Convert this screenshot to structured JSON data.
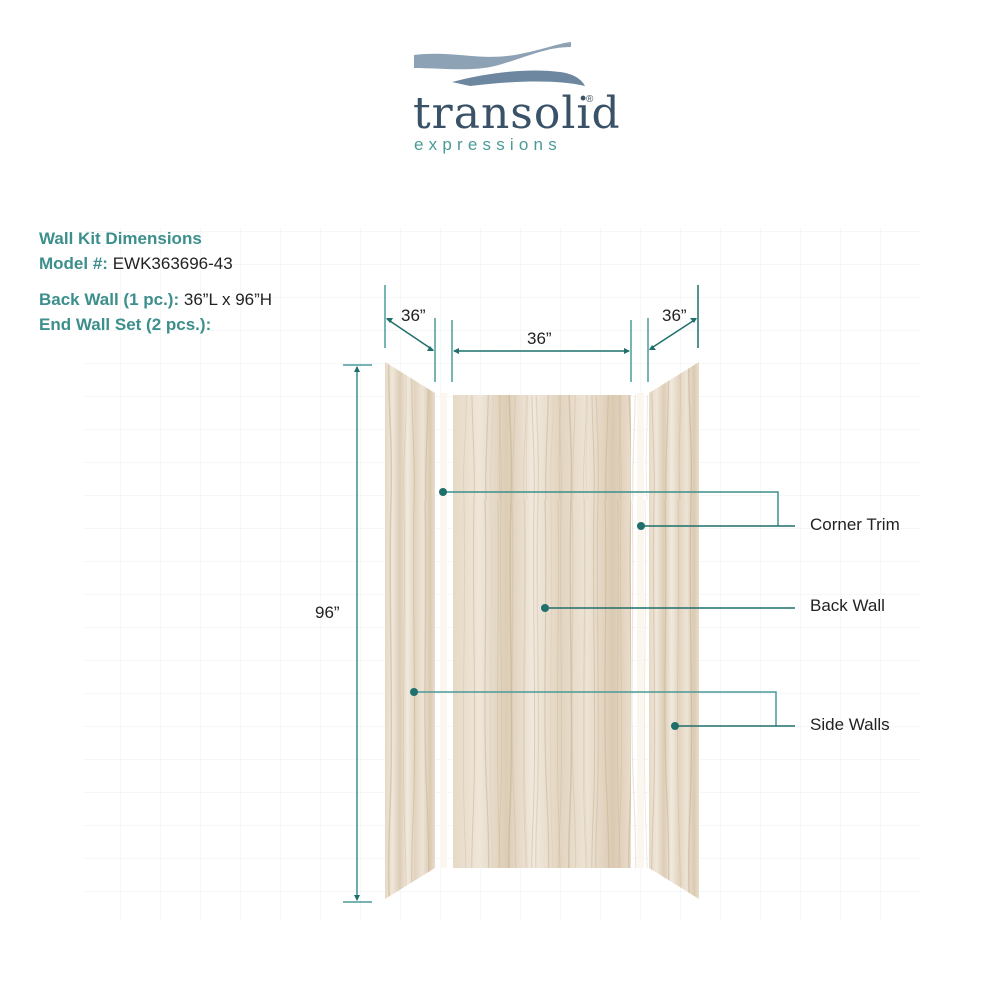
{
  "brand": {
    "name": "transolid",
    "registered_mark": "®",
    "tagline": "expressions",
    "logo_colors": {
      "wordmark": "#3a5268",
      "tagline": "#4a9a98",
      "wave": "#8fa3b8"
    }
  },
  "specs": {
    "title": "Wall Kit Dimensions",
    "model_label": "Model #:",
    "model_value": "EWK363696-43",
    "back_wall_label": "Back Wall (1 pc.):",
    "back_wall_value": "36”L x 96”H",
    "end_wall_label": "End Wall Set (2 pcs.):",
    "end_wall_value": ""
  },
  "dimensions": {
    "left_side_width": "36”",
    "back_width": "36”",
    "right_side_width": "36”",
    "height": "96”"
  },
  "callouts": [
    {
      "label": "Corner Trim"
    },
    {
      "label": "Back Wall"
    },
    {
      "label": "Side Walls"
    }
  ],
  "colors": {
    "accent_teal": "#1f6f6c",
    "label_teal": "#3c8f8c",
    "panel_base": "#e8dccb",
    "trim": "#fbf6ee",
    "grid": "#e6f0ef"
  }
}
